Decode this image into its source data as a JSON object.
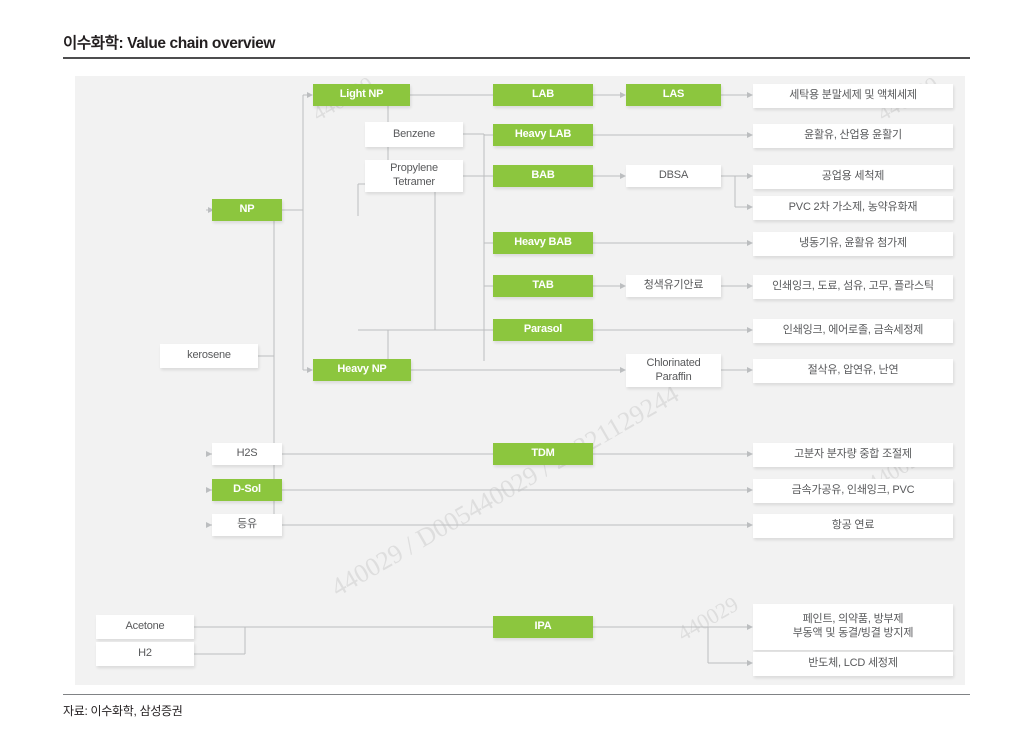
{
  "header": {
    "title": "이수화학: Value chain overview"
  },
  "footer": {
    "source": "자료: 이수화학, 삼성증권"
  },
  "colors": {
    "accent_green": "#8cc63e",
    "panel_bg": "#f2f2f2",
    "connector": "#bcbec0",
    "white_box_text": "#58595b",
    "title_rule": "#4d4d4f"
  },
  "watermark": {
    "line1": "440029 / D005440029 / 20221129244",
    "line2": "440029",
    "line3": "440029",
    "line4": "440029",
    "line5": "440029"
  },
  "diagram": {
    "type": "value-chain-flow",
    "feedstocks": [
      {
        "id": "kerosene",
        "label": "kerosene",
        "style": "white"
      },
      {
        "id": "acetone",
        "label": "Acetone",
        "style": "white"
      },
      {
        "id": "h2",
        "label": "H2",
        "style": "white"
      }
    ],
    "intermediates_col1": [
      {
        "id": "np",
        "label": "NP",
        "style": "green"
      },
      {
        "id": "h2s",
        "label": "H2S",
        "style": "white"
      },
      {
        "id": "dsol",
        "label": "D-Sol",
        "style": "green"
      },
      {
        "id": "kerosene-kr",
        "label": "등유",
        "style": "white"
      }
    ],
    "intermediates_col2": [
      {
        "id": "light-np",
        "label": "Light NP",
        "style": "green"
      },
      {
        "id": "heavy-np",
        "label": "Heavy NP",
        "style": "green"
      }
    ],
    "intermediates_col3": [
      {
        "id": "benzene",
        "label": "Benzene",
        "style": "white"
      },
      {
        "id": "propylene-tetramer",
        "label": "Propylene\nTetramer",
        "style": "white"
      }
    ],
    "products_col4": [
      {
        "id": "lab",
        "label": "LAB",
        "style": "green"
      },
      {
        "id": "heavy-lab",
        "label": "Heavy LAB",
        "style": "green"
      },
      {
        "id": "bab",
        "label": "BAB",
        "style": "green"
      },
      {
        "id": "heavy-bab",
        "label": "Heavy BAB",
        "style": "green"
      },
      {
        "id": "tab",
        "label": "TAB",
        "style": "green"
      },
      {
        "id": "parasol",
        "label": "Parasol",
        "style": "green"
      },
      {
        "id": "tdm",
        "label": "TDM",
        "style": "green"
      },
      {
        "id": "ipa",
        "label": "IPA",
        "style": "green"
      }
    ],
    "derivatives_col5": [
      {
        "id": "las",
        "label": "LAS",
        "style": "green"
      },
      {
        "id": "dbsa",
        "label": "DBSA",
        "style": "white"
      },
      {
        "id": "blue-pigment",
        "label": "청색유기안료",
        "style": "white"
      },
      {
        "id": "chlorinated-paraffin",
        "label": "Chlorinated\nParaffin",
        "style": "white"
      }
    ],
    "end_uses": [
      {
        "id": "eu-detergent",
        "label": "세탁용 분말세제 및 액체세제"
      },
      {
        "id": "eu-lubricant",
        "label": "윤활유, 산업용 윤활기"
      },
      {
        "id": "eu-industrial-cleaner",
        "label": "공업용 세척제"
      },
      {
        "id": "eu-pvc-plasticizer",
        "label": "PVC 2차 가소제, 농약유화재"
      },
      {
        "id": "eu-refrigeration-oil",
        "label": "냉동기유, 윤활유 첨가제"
      },
      {
        "id": "eu-ink-paint-fiber",
        "label": "인쇄잉크, 도료, 섬유, 고무, 플라스틱"
      },
      {
        "id": "eu-ink-aerosol",
        "label": "인쇄잉크, 에어로졸, 금속세정제"
      },
      {
        "id": "eu-cutting-oil",
        "label": "절삭유, 압연유, 난연"
      },
      {
        "id": "eu-polymer-mw",
        "label": "고분자 분자량 중합 조절제"
      },
      {
        "id": "eu-metal-working",
        "label": "금속가공유, 인쇄잉크, PVC"
      },
      {
        "id": "eu-jet-fuel",
        "label": "항공 연료"
      },
      {
        "id": "eu-paint-pharma",
        "label": "페인트, 의약품, 방부제\n부동액 및 동결/빙결 방지제"
      },
      {
        "id": "eu-semiconductor",
        "label": "반도체, LCD 세정제"
      }
    ]
  }
}
